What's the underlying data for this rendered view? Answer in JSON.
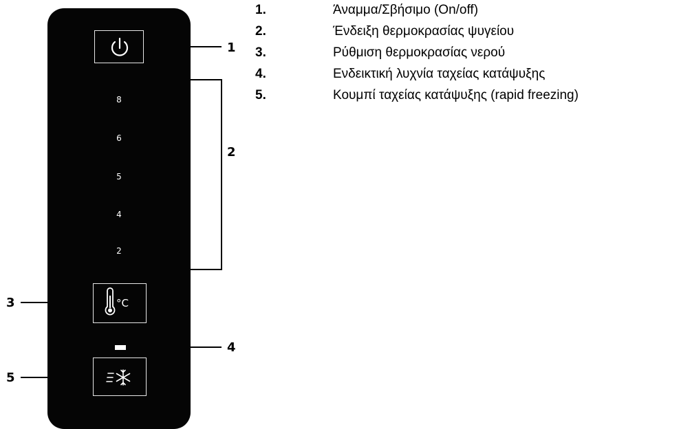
{
  "panel": {
    "scale": [
      "8",
      "6",
      "5",
      "4",
      "2"
    ],
    "temp_unit": "°C"
  },
  "callouts": [
    "1",
    "2",
    "3",
    "4",
    "5"
  ],
  "legend": [
    {
      "num": "1.",
      "text": "Άναμμα/Σβήσιμο (On/off)"
    },
    {
      "num": "2.",
      "text": "Ένδειξη θερμοκρασίας ψυγείου"
    },
    {
      "num": "3.",
      "text": "Ρύθμιση θερμοκρασίας νερού"
    },
    {
      "num": "4.",
      "text": "Ενδεικτική λυχνία ταχείας κατάψυξης"
    },
    {
      "num": "5.",
      "text": "Κουμπί ταχείας κατάψυξης (rapid freezing)"
    }
  ],
  "icons": {
    "power": "power-icon",
    "thermometer": "thermometer-icon",
    "rapid_freeze": "snowflake-icon"
  }
}
